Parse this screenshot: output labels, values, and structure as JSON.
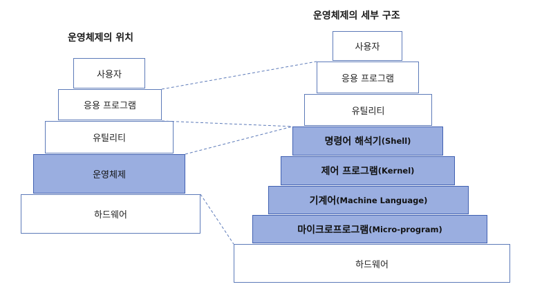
{
  "left": {
    "title": "운영체제의 위치",
    "layers": [
      {
        "key": "user",
        "label": "사용자"
      },
      {
        "key": "app",
        "label": "응용 프로그램"
      },
      {
        "key": "utility",
        "label": "유틸리티"
      },
      {
        "key": "os",
        "label": "운영체제"
      },
      {
        "key": "hardware",
        "label": "하드웨어"
      }
    ]
  },
  "right": {
    "title": "운영체제의 세부 구조",
    "layers": [
      {
        "key": "user",
        "label": "사용자"
      },
      {
        "key": "app",
        "label": "응용 프로그램"
      },
      {
        "key": "utility",
        "label": "유틸리티"
      },
      {
        "key": "shell",
        "label": "명령어 해석기",
        "sub": "(Shell)"
      },
      {
        "key": "kernel",
        "label": "제어 프로그램",
        "sub": "(Kernel)"
      },
      {
        "key": "machine",
        "label": "기계어",
        "sub": "(Machine Language)"
      },
      {
        "key": "micro",
        "label": "마이크로프로그램",
        "sub": "(Micro-program)"
      },
      {
        "key": "hardware",
        "label": "하드웨어"
      }
    ]
  },
  "colors": {
    "highlight_fill": "#9aaee0",
    "border": "#5b79b8",
    "connector": "#5b79b8"
  }
}
